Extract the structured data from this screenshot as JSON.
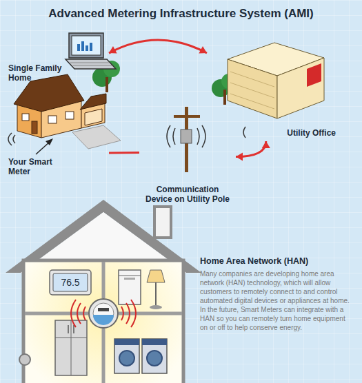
{
  "diagram": {
    "title": "Advanced Metering Infrastructure System (AMI)",
    "nodes": [
      {
        "text": [
          "Single Family Home"
        ]
      },
      {
        "text": [
          "Communication Device on Utility Pole"
        ]
      },
      {
        "text": [
          "Utility Office"
        ]
      }
    ],
    "edges": [
      {
        "from": 0,
        "to": 2,
        "arrow": "both"
      },
      {
        "from": 0,
        "to": 1,
        "arrow": "both"
      },
      {
        "from": 1,
        "to": 2,
        "arrow": "both"
      }
    ],
    "labels": [
      "Your Smart Meter",
      "76.5",
      "Home Area Network (HAN)",
      "Many companies are developing home area network (HAN) technology, which will allow customers to remotely connect to and control automated digital devices or appliances at home. In the future, Smart Meters can integrate with a HAN so you can remotely turn home equipment on or off to help conserve energy."
    ]
  }
}
